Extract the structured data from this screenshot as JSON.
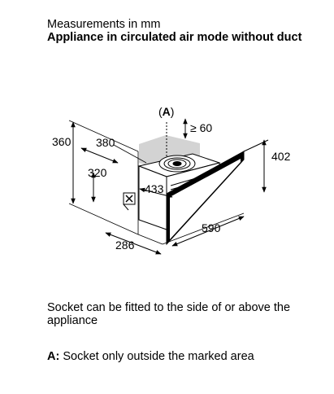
{
  "heading": "Measurements in mm",
  "subheading": "Appliance in circulated air mode without duct",
  "diagram": {
    "area_label_prefix": "(",
    "area_label_letter": "A",
    "area_label_suffix": ")",
    "dim_min_clearance": "≥ 60",
    "dim_height_total": "360",
    "dim_depth_mount": "380",
    "dim_socket_height": "320",
    "dim_hood_height": "402",
    "dim_fan_depth": "433",
    "dim_width": "590",
    "dim_depth": "286",
    "colors": {
      "marked_area": "#d3d3d3",
      "lines": "#000000"
    }
  },
  "notes": {
    "socket_placement": "Socket can be fitted to the side of or above the appliance",
    "socket_area_label": "A:",
    "socket_area_text": "Socket only outside the marked area"
  }
}
